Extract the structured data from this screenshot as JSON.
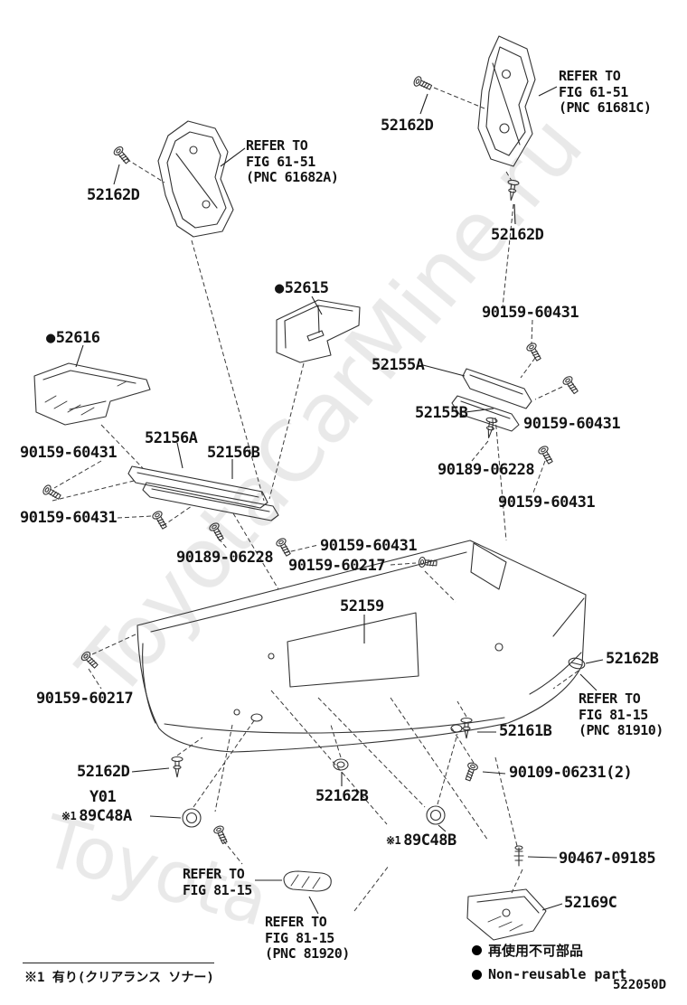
{
  "doc_code": "522050D",
  "footnote": "※1 有り(クリアランス ソナー)",
  "watermark": {
    "main": "ToyotaCarMine.ru",
    "corner": "Toyota"
  },
  "icons": {
    "bullet": "●"
  },
  "legend": [
    {
      "text": "再使用不可部品"
    },
    {
      "text": "Non-reusable part"
    }
  ],
  "labels": [
    {
      "id": "52162D-top",
      "text": "52162D"
    },
    {
      "id": "refer-6151-right",
      "text": "REFER TO\nFIG 61-51\n(PNC 61681C)"
    },
    {
      "id": "52162D-right",
      "text": "52162D"
    },
    {
      "id": "refer-6151-left",
      "text": "REFER TO\nFIG 61-51\n(PNC 61682A)"
    },
    {
      "id": "52162D-left",
      "text": "52162D"
    },
    {
      "id": "52615",
      "text": "52615",
      "bullet": true
    },
    {
      "id": "52616",
      "text": "52616",
      "bullet": true
    },
    {
      "id": "90159-60431-1",
      "text": "90159-60431"
    },
    {
      "id": "52155A",
      "text": "52155A"
    },
    {
      "id": "52155B",
      "text": "52155B"
    },
    {
      "id": "90159-60431-2",
      "text": "90159-60431"
    },
    {
      "id": "90189-06228-1",
      "text": "90189-06228"
    },
    {
      "id": "90159-60431-3",
      "text": "90159-60431"
    },
    {
      "id": "52156A",
      "text": "52156A"
    },
    {
      "id": "52156B",
      "text": "52156B"
    },
    {
      "id": "90159-60431-4",
      "text": "90159-60431"
    },
    {
      "id": "90159-60431-5",
      "text": "90159-60431"
    },
    {
      "id": "90189-06228-2",
      "text": "90189-06228"
    },
    {
      "id": "90159-60431-6",
      "text": "90159-60431"
    },
    {
      "id": "90159-60217-1",
      "text": "90159-60217"
    },
    {
      "id": "52159",
      "text": "52159"
    },
    {
      "id": "52162B-right",
      "text": "52162B"
    },
    {
      "id": "refer-8115-right",
      "text": "REFER TO\nFIG 81-15\n(PNC 81910)"
    },
    {
      "id": "90159-60217-2",
      "text": "90159-60217"
    },
    {
      "id": "52161B",
      "text": "52161B"
    },
    {
      "id": "90109-06231",
      "text": "90109-06231(2)"
    },
    {
      "id": "52162D-bottom",
      "text": "52162D"
    },
    {
      "id": "Y01",
      "text": "Y01"
    },
    {
      "id": "89C48A",
      "prefix": "※1",
      "text": "89C48A"
    },
    {
      "id": "52162B-center",
      "text": "52162B"
    },
    {
      "id": "89C48B",
      "prefix": "※1",
      "text": "89C48B"
    },
    {
      "id": "90467-09185",
      "text": "90467-09185"
    },
    {
      "id": "refer-8115-left",
      "text": "REFER TO\nFIG 81-15"
    },
    {
      "id": "52169C",
      "text": "52169C"
    },
    {
      "id": "refer-8115-bottom",
      "text": "REFER TO\nFIG 81-15\n(PNC 81920)"
    }
  ]
}
